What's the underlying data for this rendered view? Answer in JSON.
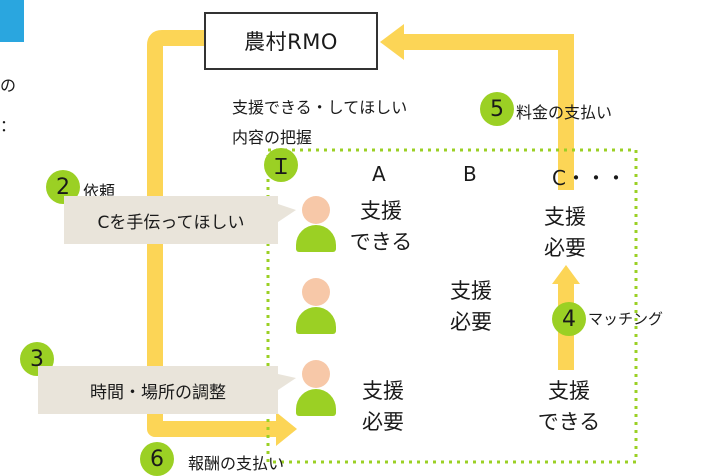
{
  "organization": {
    "label": "農村RMO"
  },
  "understanding": {
    "line1": "支援できる・してほしい",
    "line2": "内容の把握"
  },
  "group_label": "Ｉ",
  "columns": [
    "A",
    "B",
    "C・・・"
  ],
  "steps": {
    "s2": {
      "num": "2",
      "label": "依頼",
      "bubble": "Cを手伝ってほしい"
    },
    "s3": {
      "num": "3",
      "bubble": "時間・場所の調整"
    },
    "s4": {
      "num": "4",
      "label": "マッチング"
    },
    "s5": {
      "num": "5",
      "label": "料金の支払い"
    },
    "s6": {
      "num": "6",
      "label": "報酬の支払い"
    }
  },
  "cells": {
    "a_top": {
      "line1": "支援",
      "line2": "できる"
    },
    "b_mid": {
      "line1": "支援",
      "line2": "必要"
    },
    "c_top": {
      "line1": "支援",
      "line2": "必要"
    },
    "a_bottom": {
      "line1": "支援",
      "line2": "必要"
    },
    "c_bottom": {
      "line1": "支援",
      "line2": "できる"
    }
  },
  "left_edge_chars": {
    "c1": "の",
    "c2": "："
  },
  "colors": {
    "arrow_yellow": "#fcd556",
    "accent_green": "#9bd024",
    "bubble_beige": "#e9e4da",
    "skin": "#f7c8a8",
    "corner_blue": "#2aa6df"
  }
}
